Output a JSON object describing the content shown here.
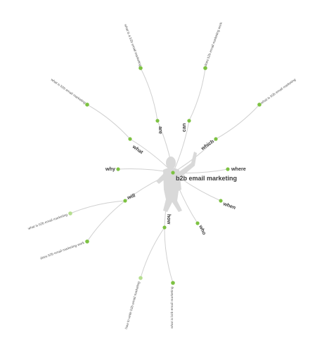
{
  "center": {
    "label": "b2b email marketing"
  },
  "colors": {
    "edge": "#d0d0d0",
    "node": "#7dc242",
    "node_light": "#b5de8f",
    "figure": "#d9d9d9",
    "text": "#3a3a3a"
  },
  "questions": [
    {
      "label": "what"
    },
    {
      "label": "are"
    },
    {
      "label": "can"
    },
    {
      "label": "which"
    },
    {
      "label": "where"
    },
    {
      "label": "when"
    },
    {
      "label": "who"
    },
    {
      "label": "how"
    },
    {
      "label": "will"
    },
    {
      "label": "why"
    }
  ],
  "leaves": [
    {
      "label": "what is b2b email marketing"
    },
    {
      "label": "what is a b2b email marketing"
    },
    {
      "label": "does b2b email marketing work"
    },
    {
      "label": "what is b2b email marketing"
    },
    {
      "label": "what is b2b email marketing"
    },
    {
      "label": "does b2b email marketing work"
    },
    {
      "label": "how to write b2b email marketing"
    },
    {
      "label": "what is b2b email marketing"
    }
  ]
}
